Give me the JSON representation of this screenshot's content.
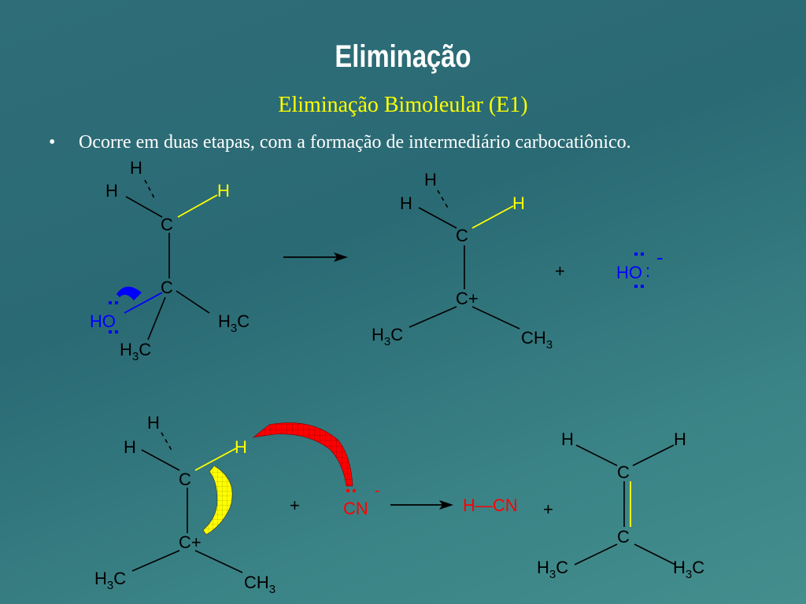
{
  "title": "Eliminação",
  "subtitle": "Eliminação Bimoleular (E1)",
  "bullet": {
    "marker": "•",
    "text": "Ocorre em duas etapas, com a formação de intermediário carbocatiônico."
  },
  "atoms": {
    "H": "H",
    "C": "C",
    "CH3": "CH",
    "H3C_a": "H",
    "H3C_b": "C",
    "sub3": "3",
    "HO": "HO",
    "Cplus": "C+",
    "plus": "+",
    "minus": "-",
    "CN": "CN",
    "HCN": "H—CN",
    "lone_pair": ":"
  },
  "colors": {
    "text": "#ffffff",
    "accent_yellow": "#ffff00",
    "hydroxide_blue": "#0000ff",
    "cyanide_red": "#ff0000",
    "bond_black": "#000000"
  }
}
